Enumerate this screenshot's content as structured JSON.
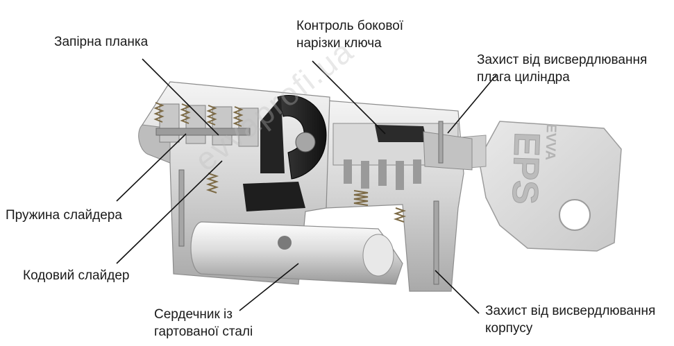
{
  "labels": {
    "locking_bar": "Запірна планка",
    "side_code_control": [
      "Контроль бокової",
      "нарізки ключа"
    ],
    "cam_drill_protection": [
      "Захист від висвердлювання",
      "плага циліндра"
    ],
    "slider_spring": "Пружина слайдера",
    "code_slider": "Кодовий слайдер",
    "hardened_core": [
      "Сердечник із",
      "гартованої сталі"
    ],
    "body_drill_protection": [
      "Захист від висвердлювання",
      "корпусу"
    ]
  },
  "key_branding": {
    "brand": "EVVA",
    "system": "EPS"
  },
  "watermark": "evvaprofi.ua",
  "colors": {
    "background": "#ffffff",
    "text": "#1a1a1a",
    "leader_line": "#111111",
    "metal_light": "#e6e6e6",
    "metal_mid": "#bdbdbd",
    "metal_dark": "#8a8a8a",
    "cam_black": "#1c1c1c",
    "brass_spring": "#a58a5a"
  }
}
